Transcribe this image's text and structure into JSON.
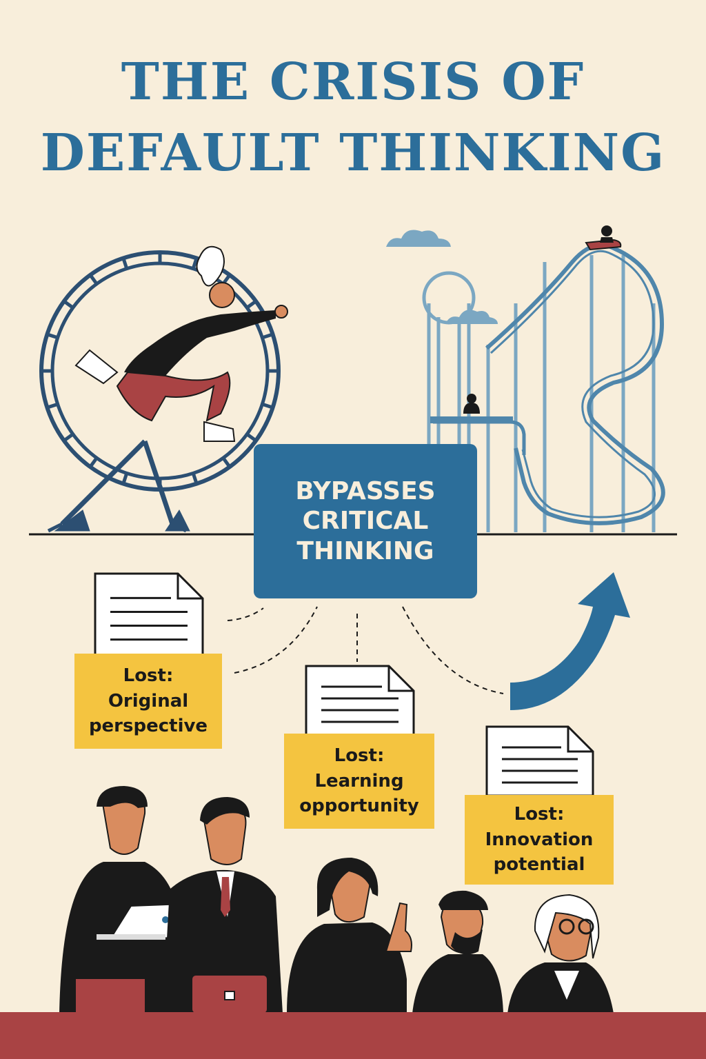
{
  "title": {
    "line1": "THE CRISIS OF",
    "line2": "DEFAULT THINKING"
  },
  "central_box": {
    "line1": "BYPASSES",
    "line2": "CRITICAL",
    "line3": "THINKING"
  },
  "losses": [
    {
      "line1": "Lost:",
      "line2": "Original",
      "line3": "perspective"
    },
    {
      "line1": "Lost:",
      "line2": "Learning",
      "line3": "opportunity"
    },
    {
      "line1": "Lost:",
      "line2": "Innovation",
      "line3": "potential"
    }
  ],
  "colors": {
    "background": "#f8eedb",
    "title_blue": "#2c6e9a",
    "card_yellow": "#f4c440",
    "accent_red": "#a94344",
    "ink": "#1a1a1a"
  },
  "icons": [
    "hamster-wheel-icon",
    "roller-coaster-icon",
    "document-icon",
    "arrow-up-icon",
    "cloud-icon"
  ]
}
